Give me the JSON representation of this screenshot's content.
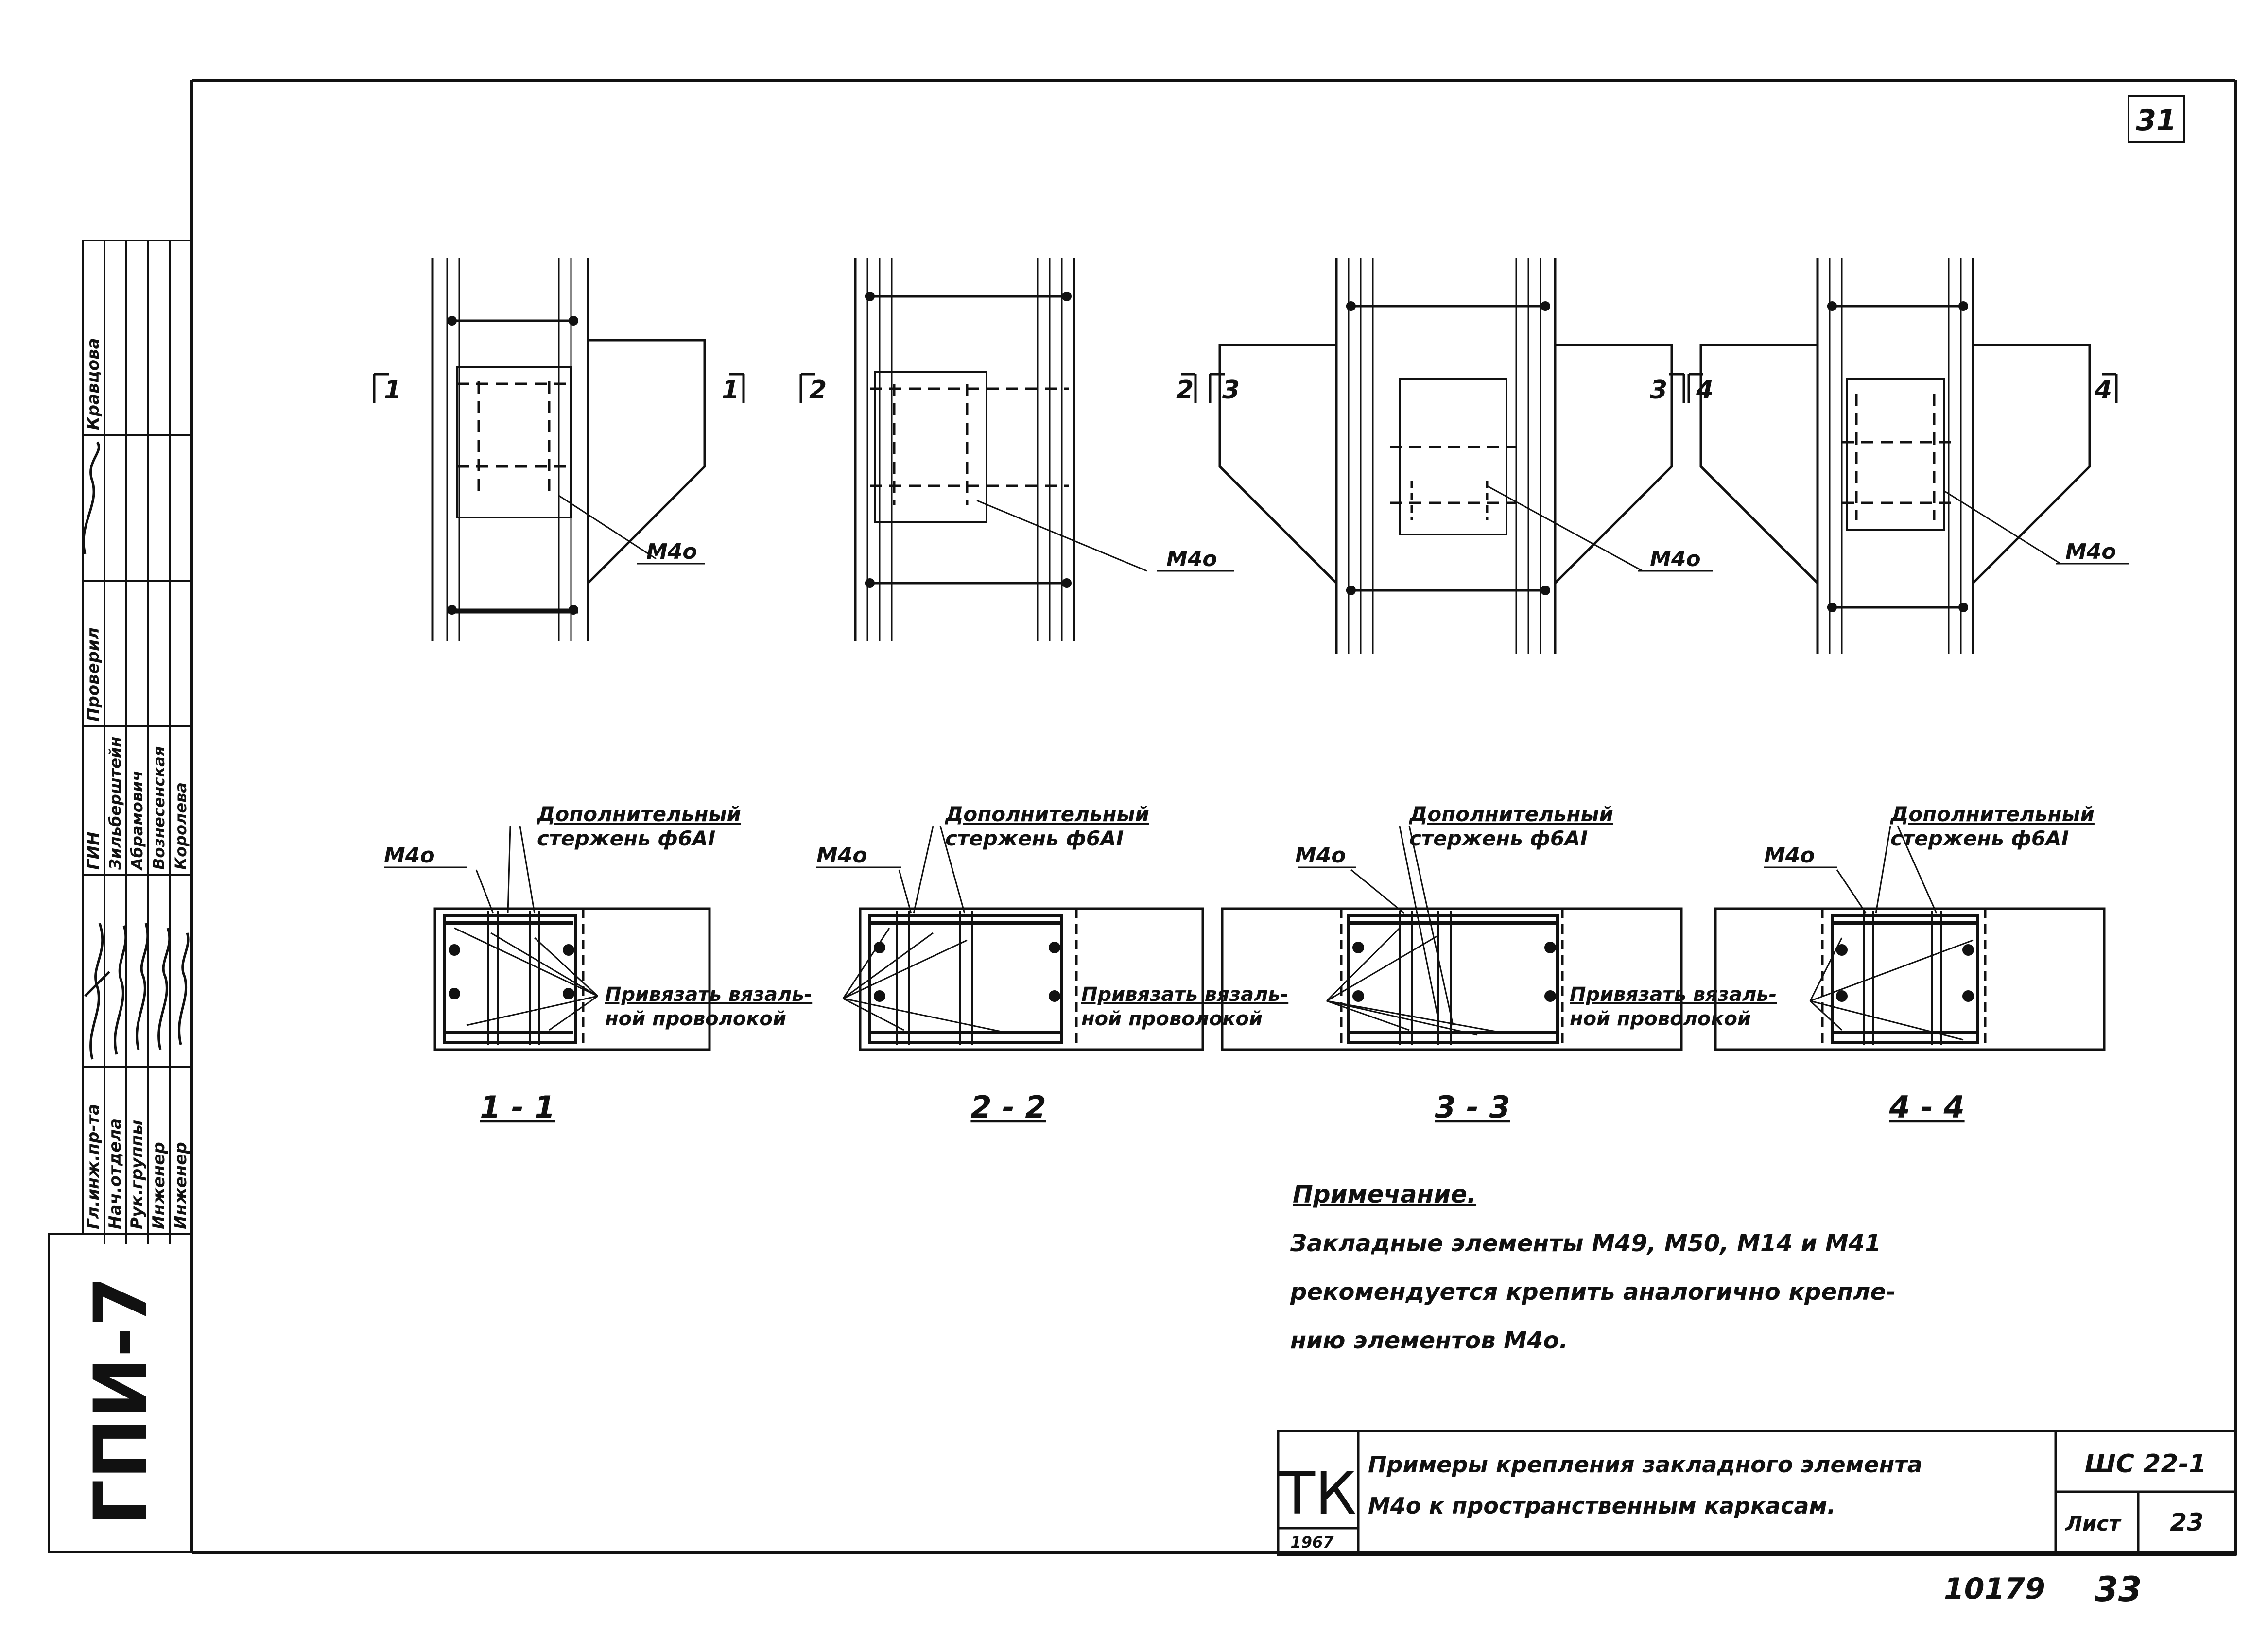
{
  "sheet": {
    "corner_number": "31",
    "stamp_number": "ГПИ-7",
    "archive_number": "10179",
    "page_number": "33"
  },
  "left_block": {
    "roles": [
      "Гл.инж.пр-та",
      "Нач.отдела",
      "Рук.группы",
      "Инженер",
      "Инженер"
    ],
    "gin_header": "ГИН",
    "names": [
      "Зильберштейн",
      "Абрамович",
      "Вознесенская",
      "Королева"
    ],
    "checked_label": "Проверил",
    "checked_by": "Кравцова"
  },
  "views": {
    "sections": [
      {
        "left_mark": "1",
        "right_mark": "1",
        "callout": "М4о",
        "caption": "1 - 1"
      },
      {
        "left_mark": "2",
        "right_mark": "2",
        "callout": "М4о",
        "caption": "2 - 2"
      },
      {
        "left_mark": "3",
        "right_mark": "3",
        "callout": "М4о",
        "caption": "3 - 3"
      },
      {
        "left_mark": "4",
        "right_mark": "4",
        "callout": "М4о",
        "caption": "4 - 4"
      }
    ],
    "additional_bar_line1": "Дополнительный",
    "additional_bar_line2": "стержень ф6АI",
    "tie_line1": "Привязать вязаль-",
    "tie_line2": "ной проволокой",
    "tie_line1_first": "Привязать вязаль-"
  },
  "note": {
    "title": "Примечание.",
    "line1": "Закладные элементы М49, М50, М14 и М41",
    "line2": "рекомендуется крепить аналогично крепле-",
    "line3": "нию элементов М4о."
  },
  "title_block": {
    "logo": "ТК",
    "year": "1967",
    "title_line1": "Примеры крепления закладного элемента",
    "title_line2": "М4о к пространственным каркасам.",
    "series": "ШС 22-1",
    "sheet_label": "Лист",
    "sheet_number": "23"
  }
}
